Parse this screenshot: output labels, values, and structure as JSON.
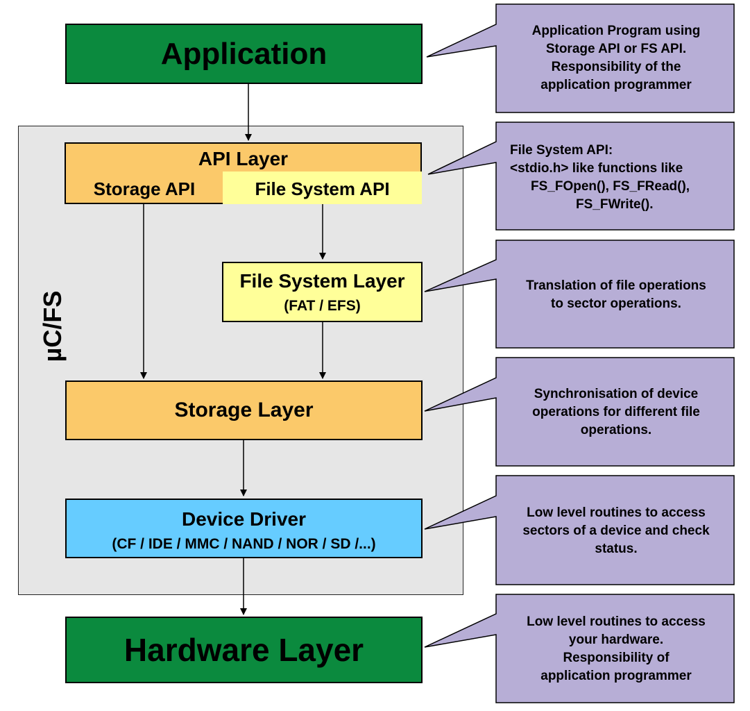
{
  "diagram": {
    "container_label": "µC/FS",
    "application": {
      "label": "Application"
    },
    "api_layer": {
      "title": "API Layer",
      "storage_api": "Storage API",
      "fs_api": "File System API"
    },
    "fs_layer": {
      "title": "File System Layer",
      "subtitle": "(FAT / EFS)"
    },
    "storage_layer": {
      "title": "Storage Layer"
    },
    "device_driver": {
      "title": "Device Driver",
      "subtitle": "(CF / IDE / MMC / NAND / NOR / SD /...)"
    },
    "hardware_layer": {
      "label": "Hardware Layer"
    }
  },
  "callouts": {
    "application": [
      "Application Program using",
      "Storage API or FS API.",
      "Responsibility of the",
      "application programmer"
    ],
    "api": [
      "File System API:",
      "<stdio.h> like  functions like",
      "FS_FOpen(), FS_FRead(),",
      "FS_FWrite()."
    ],
    "fs": [
      "Translation of file operations",
      "to sector operations."
    ],
    "storage": [
      "Synchronisation of device",
      "operations for different file",
      "operations."
    ],
    "driver": [
      "Low level routines to access",
      "sectors of a device and check",
      "status."
    ],
    "hardware": [
      "Low level  routines to access",
      "your hardware.",
      "Responsibility of",
      "application programmer"
    ]
  },
  "colors": {
    "green": "#0b8a3e",
    "orange": "#fbc96a",
    "yellow": "#ffff99",
    "blue": "#66ccff",
    "callout": "#b7aed6",
    "panel": "#e6e6e6"
  }
}
